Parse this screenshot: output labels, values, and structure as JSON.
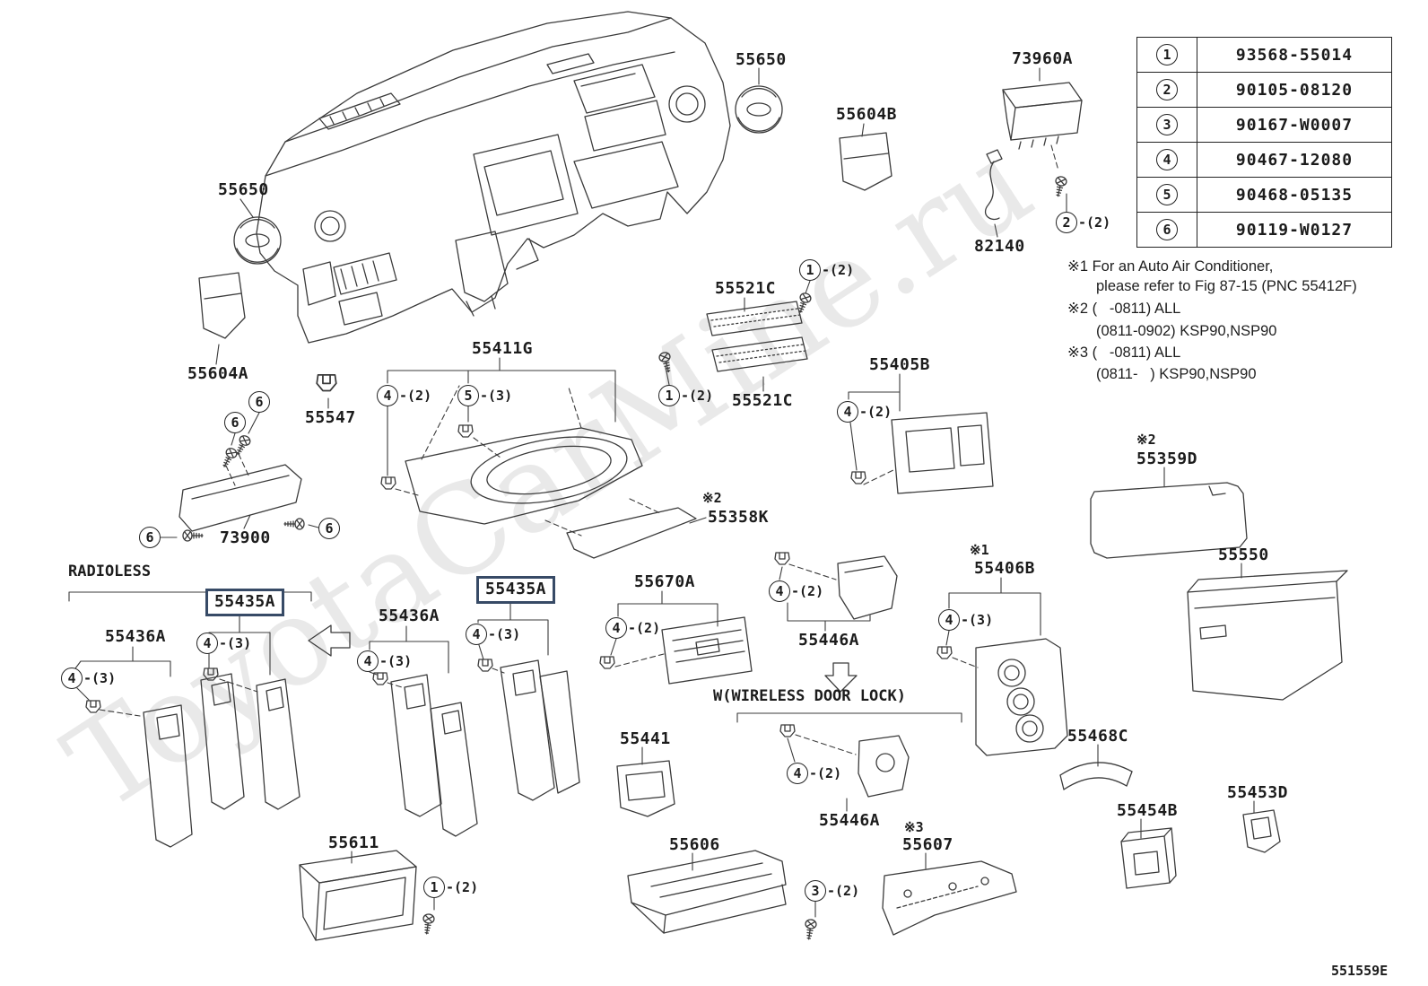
{
  "watermark": "ToyotaCarMine.ru",
  "sheet_code": "551559E",
  "fastener_table": {
    "rows": [
      {
        "num": "1",
        "part_number": "93568-55014"
      },
      {
        "num": "2",
        "part_number": "90105-08120"
      },
      {
        "num": "3",
        "part_number": "90167-W0007"
      },
      {
        "num": "4",
        "part_number": "90467-12080"
      },
      {
        "num": "5",
        "part_number": "90468-05135"
      },
      {
        "num": "6",
        "part_number": "90119-W0127"
      }
    ]
  },
  "notes": {
    "n1a": "※1 For an Auto Air Conditioner,",
    "n1b": "please refer to Fig 87-15 (PNC 55412F)",
    "n2a": "※2 (   -0811) ALL",
    "n2b": "(0811-0902) KSP90,NSP90",
    "n3a": "※3 (   -0811) ALL",
    "n3b": "(0811-   ) KSP90,NSP90"
  },
  "group_captions": {
    "radioless": "RADIOLESS",
    "wireless": "W(WIRELESS DOOR LOCK)"
  },
  "part_labels": {
    "knob_top": "55650",
    "knob_left": "55650",
    "pocket_right": "55604B",
    "module_73960a": "73960A",
    "harness_82140": "82140",
    "pocket_left": "55604A",
    "clip_55547": "55547",
    "panel_55411g": "55411G",
    "radio_bracket_top": "55521C",
    "radio_bracket_bottom": "55521C",
    "bezel_55405b": "55405B",
    "panel_73900": "73900",
    "silencer_55358k": "55358K",
    "silencer_55359d": "55359D",
    "glovebox_55550": "55550",
    "trim_55435a_left": "55435A",
    "trim_55435a_right": "55435A",
    "trim_55436a_left": "55436A",
    "trim_55436a_mid": "55436A",
    "vent_55670a": "55670A",
    "cover_55446a_top": "55446A",
    "cover_55446a_bottom": "55446A",
    "panel_55406b": "55406B",
    "box_55441": "55441",
    "strip_55468c": "55468C",
    "box_55454b": "55454B",
    "clip_55453d": "55453D",
    "tray_55611": "55611",
    "duct_55606": "55606",
    "bracket_55607": "55607"
  },
  "ref_marks": {
    "silencer_55358k": "※2",
    "silencer_55359d": "※2",
    "panel_55406b": "※1",
    "bracket_55607": "※3"
  },
  "callouts": {
    "radio_top": {
      "num": "1",
      "qty": "-(2)"
    },
    "radio_bottom": {
      "num": "1",
      "qty": "-(2)"
    },
    "panel_clip4": {
      "num": "4",
      "qty": "-(2)"
    },
    "panel_clip5": {
      "num": "5",
      "qty": "-(3)"
    },
    "harness_screw": {
      "num": "2",
      "qty": "-(2)"
    },
    "bezel_clip": {
      "num": "4",
      "qty": "-(2)"
    },
    "screw6_a": {
      "num": "6",
      "qty": ""
    },
    "screw6_b": {
      "num": "6",
      "qty": ""
    },
    "screw6_c": {
      "num": "6",
      "qty": ""
    },
    "screw6_d": {
      "num": "6",
      "qty": ""
    },
    "cover_top_clip": {
      "num": "4",
      "qty": "-(2)"
    },
    "climate_clip": {
      "num": "4",
      "qty": "-(3)"
    },
    "trim_far_left": {
      "num": "4",
      "qty": "-(3)"
    },
    "trim_left": {
      "num": "4",
      "qty": "-(3)"
    },
    "trim_mid": {
      "num": "4",
      "qty": "-(3)"
    },
    "trim_right": {
      "num": "4",
      "qty": "-(3)"
    },
    "vent_clip": {
      "num": "4",
      "qty": "-(2)"
    },
    "wireless_clip": {
      "num": "4",
      "qty": "-(2)"
    },
    "tray_screw": {
      "num": "1",
      "qty": "-(2)"
    },
    "duct_screw": {
      "num": "3",
      "qty": "-(2)"
    }
  }
}
